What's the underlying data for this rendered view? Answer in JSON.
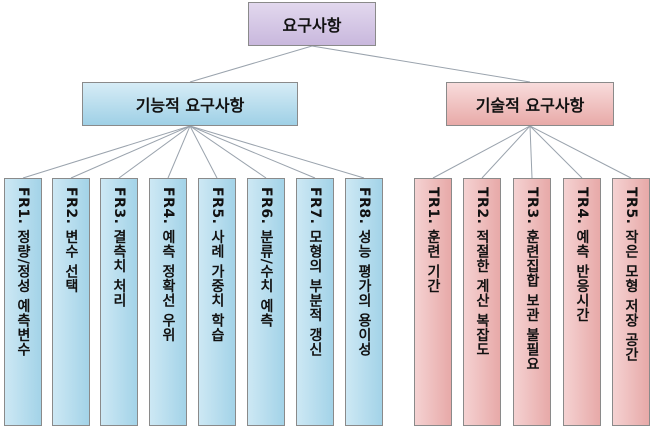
{
  "root": {
    "label": "요구사항"
  },
  "functional": {
    "label": "기능적 요구사항",
    "items": [
      "FR1. 정량/정성 예측변수",
      "FR2. 변수 선택",
      "FR3. 결측치 처리",
      "FR4. 예측 정확선 우위",
      "FR5. 사례 가중치 학습",
      "FR6. 분류/수치 예측",
      "FR7. 모형의 부분적 갱신",
      "FR8. 성능 평가의 용이성"
    ]
  },
  "technical": {
    "label": "기술적 요구사항",
    "items": [
      "TR1. 훈련 기간",
      "TR2. 적절한 계산 복잡도",
      "TR3. 훈련집합 보관 불필요",
      "TR4. 예측 반응시간",
      "TR5. 작은 모형 저장 공간"
    ]
  },
  "colors": {
    "root_fill": "#d5c8e6",
    "functional_fill": "#b4dcee",
    "technical_fill": "#eec0bf",
    "connector": "#9aa3ad"
  }
}
